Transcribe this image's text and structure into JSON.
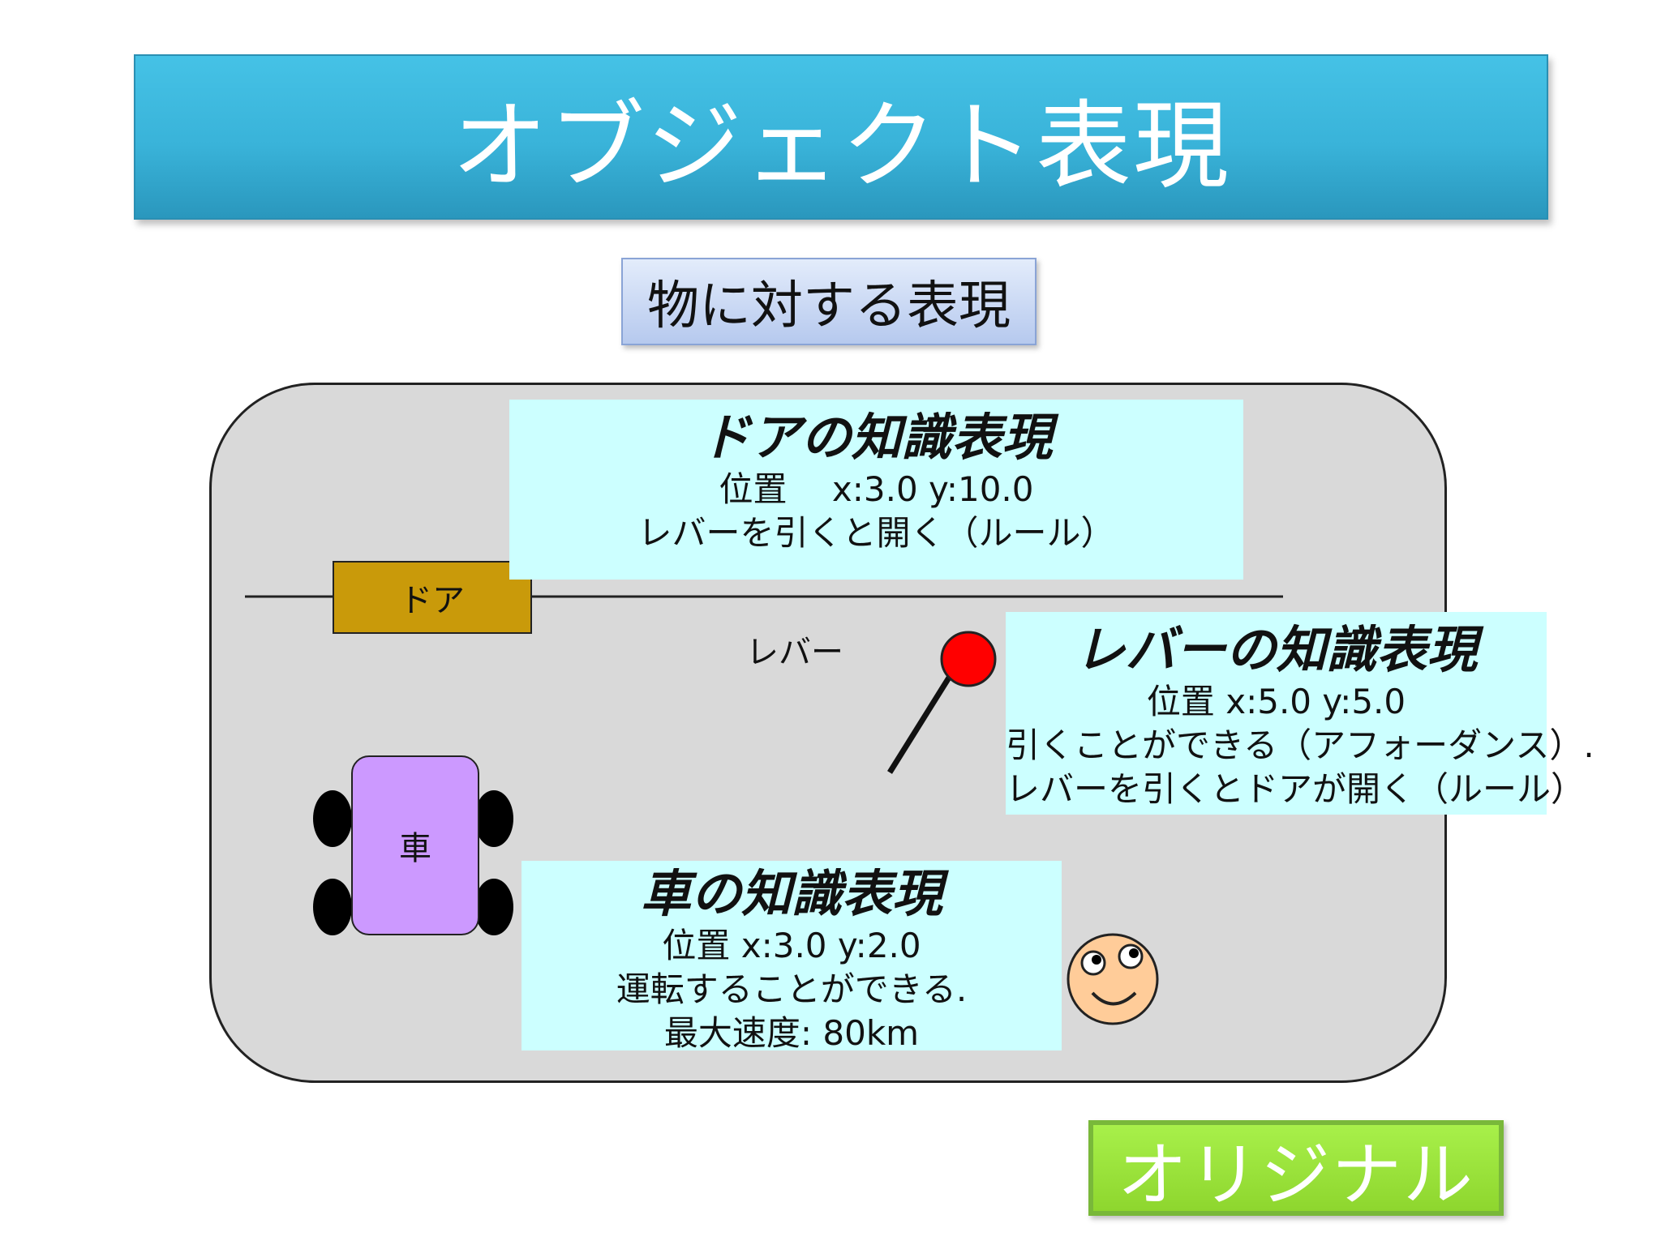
{
  "title": "オブジェクト表現",
  "subtitle": "物に対する表現",
  "door_knowledge": {
    "title": "ドアの知識表現",
    "position": "位置　 x:3.0 y:10.0",
    "rule": "レバーを引くと開く（ルール）"
  },
  "lever_knowledge": {
    "title": "レバーの知識表現",
    "position": "位置 x:5.0 y:5.0",
    "affordance": "引くことができる（アフォーダンス）.",
    "rule": "レバーを引くとドアが開く（ルール）"
  },
  "car_knowledge": {
    "title": "車の知識表現",
    "position": "位置 x:3.0 y:2.0",
    "ability": "運転することができる.",
    "max_speed": "最大速度: 80km"
  },
  "objects": {
    "door_label": "ドア",
    "lever_label": "レバー",
    "car_label": "車"
  },
  "original_label": "オリジナル",
  "colors": {
    "title_bar": "#39b3d9",
    "knowledge_box": "#ccffff",
    "door": "#c99a0a",
    "car": "#cc99ff",
    "lever_knob": "#ff0000",
    "face": "#ffcc99",
    "original": "#92d83a"
  }
}
